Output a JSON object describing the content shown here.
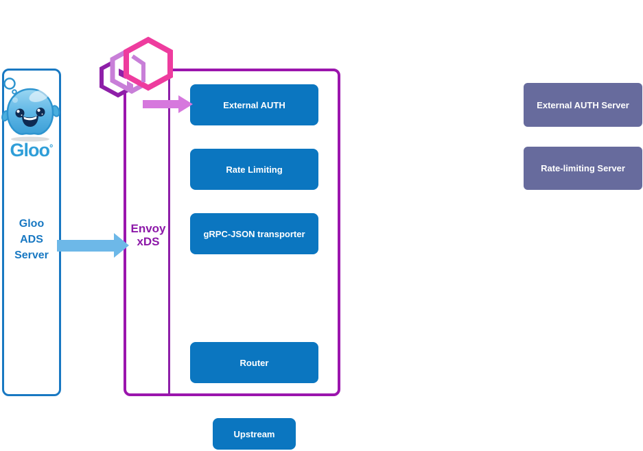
{
  "gloo_server": {
    "wordmark": "Gloo",
    "wordmark_mark": "°",
    "label_lines": [
      "Gloo",
      "ADS",
      "Server"
    ]
  },
  "envoy": {
    "label_lines": [
      "Envoy",
      "xDS"
    ],
    "filters": [
      {
        "label": "External AUTH"
      },
      {
        "label": "Rate Limiting"
      },
      {
        "label": "gRPC-JSON transporter"
      },
      {
        "label": "Router"
      }
    ]
  },
  "upstream": {
    "label": "Upstream"
  },
  "servers": [
    {
      "label": "External AUTH Server"
    },
    {
      "label": "Rate-limiting Server"
    }
  ],
  "icons": {
    "gloo_mascot": "gloo-mascot-icon",
    "envoy_logo": "envoy-hexagon-cubes-icon",
    "blue_arrow": "xds-config-arrow",
    "pink_arrow": "request-flow-arrow"
  },
  "colors": {
    "filter_box_blue": "#0b76c0",
    "server_box_slate": "#676b9d",
    "envoy_border_purple": "#9b15ad",
    "gloo_border_blue": "#1878c2",
    "gloo_text_blue": "#1878c2",
    "envoy_text_purple": "#8c18a8",
    "arrow_blue": "#6db8e8",
    "arrow_pink": "#d678dd",
    "hex_pink": "#ee3c9e",
    "hex_orchid": "#c87fd8",
    "hex_dark_purple": "#8e1fa8"
  }
}
